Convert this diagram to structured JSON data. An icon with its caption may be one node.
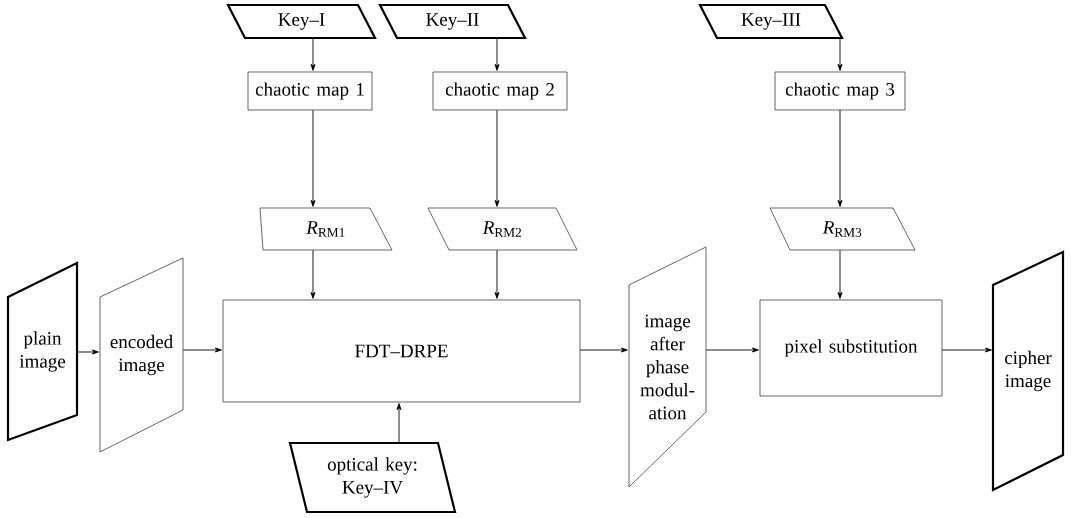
{
  "diagram": {
    "nodes": [
      {
        "text": [
          "Key–I"
        ]
      },
      {
        "text": [
          "Key–II"
        ]
      },
      {
        "text": [
          "Key–III"
        ]
      },
      {
        "text": [
          "chaotic map 1"
        ]
      },
      {
        "text": [
          "chaotic map 2"
        ]
      },
      {
        "text": [
          "chaotic map 3"
        ]
      },
      {
        "text": [
          "*R*$_{RM1}$"
        ]
      },
      {
        "text": [
          "*R*$_{RM2}$"
        ]
      },
      {
        "text": [
          "*R*$_{RM3}$"
        ]
      },
      {
        "text": [
          "plain image"
        ]
      },
      {
        "text": [
          "encoded image"
        ]
      },
      {
        "text": [
          "FDT–DRPE"
        ]
      },
      {
        "text": [
          "image after phase modul-ation"
        ]
      },
      {
        "text": [
          "pixel substitution"
        ]
      },
      {
        "text": [
          "cipher image"
        ]
      },
      {
        "text": [
          "optical key: Key–IV"
        ]
      }
    ],
    "edges": [
      {
        "from": 0,
        "to": 3,
        "arrow": "to"
      },
      {
        "from": 3,
        "to": 6,
        "arrow": "to"
      },
      {
        "from": 6,
        "to": 11,
        "arrow": "to"
      },
      {
        "from": 1,
        "to": 4,
        "arrow": "to"
      },
      {
        "from": 4,
        "to": 7,
        "arrow": "to"
      },
      {
        "from": 7,
        "to": 11,
        "arrow": "to"
      },
      {
        "from": 2,
        "to": 5,
        "arrow": "to"
      },
      {
        "from": 5,
        "to": 8,
        "arrow": "to"
      },
      {
        "from": 8,
        "to": 13,
        "arrow": "to"
      },
      {
        "from": 9,
        "to": 10,
        "arrow": "to"
      },
      {
        "from": 10,
        "to": 11,
        "arrow": "to"
      },
      {
        "from": 11,
        "to": 12,
        "arrow": "to"
      },
      {
        "from": 12,
        "to": 13,
        "arrow": "to"
      },
      {
        "from": 13,
        "to": 14,
        "arrow": "to"
      },
      {
        "from": 15,
        "to": 11,
        "arrow": "to"
      }
    ]
  }
}
